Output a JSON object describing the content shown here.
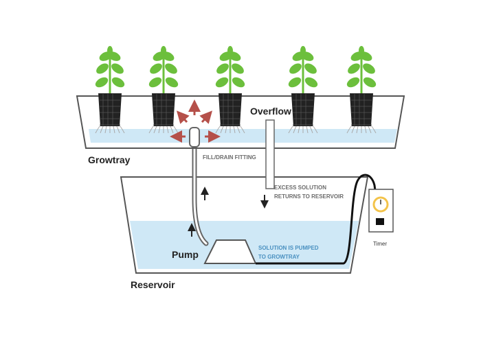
{
  "labels": {
    "growtray": "Growtray",
    "overflow": "Overflow",
    "fill_drain_fitting": "FILL/DRAIN FITTING",
    "excess_solution_line1": "EXCESS SOLUTION",
    "excess_solution_line2": "RETURNS TO RESERVOIR",
    "pumped_line1": "SOLUTION IS PUMPED",
    "pumped_line2": "TO GROWTRAY",
    "pump": "Pump",
    "reservoir": "Reservoir",
    "timer": "Timer"
  },
  "colors": {
    "water": "#cfe8f6",
    "outline": "#555555",
    "leaf": "#6cbf3c",
    "root_pot": "#222222",
    "flow_arrow": "#b5504a",
    "cord": "#111111",
    "timer_face": "#f3c34a"
  },
  "plants": [
    "plant-1",
    "plant-2",
    "plant-3",
    "plant-4",
    "plant-5"
  ]
}
